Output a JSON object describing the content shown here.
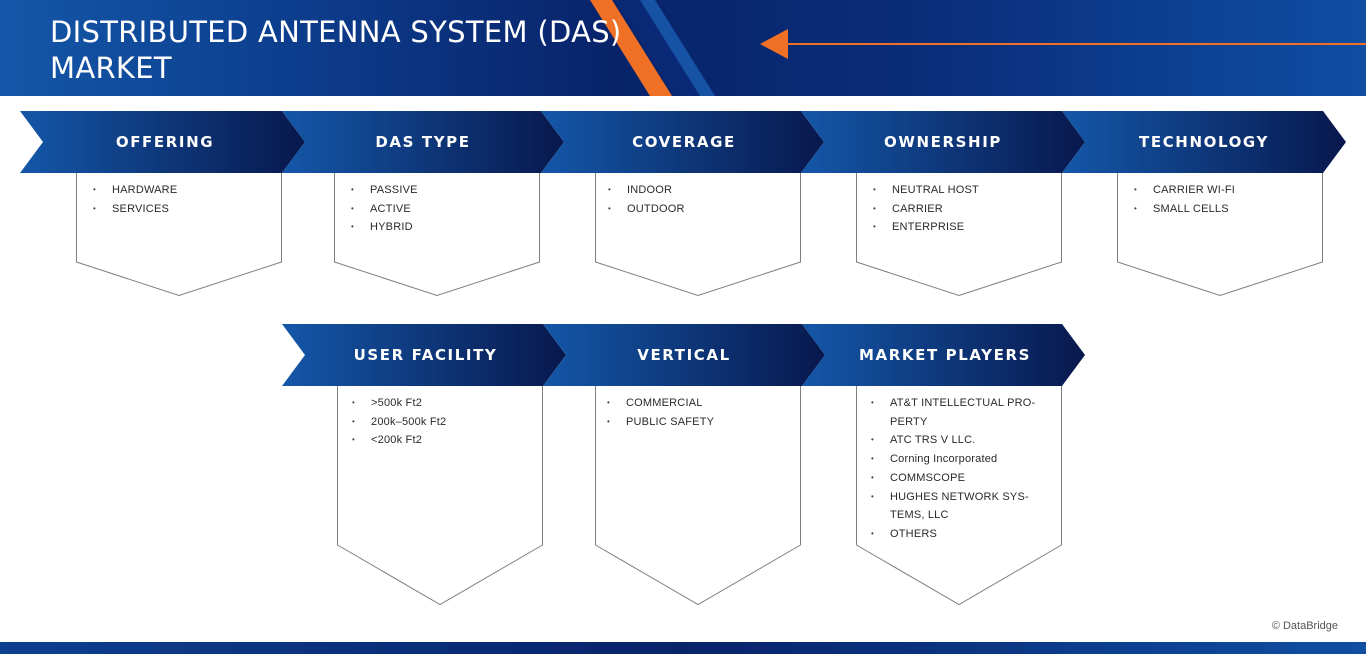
{
  "header": {
    "title_line1": "DISTRIBUTED ANTENNA SYSTEM (DAS)",
    "title_line2": "MARKET"
  },
  "colors": {
    "accent_orange": "#f07125",
    "chevron_light": "#1457a8",
    "chevron_dark": "#08184d",
    "box_border": "#7f7f7f"
  },
  "segments_row1": [
    {
      "label": "OFFERING",
      "items": [
        "HARDWARE",
        "SERVICES"
      ]
    },
    {
      "label": "DAS TYPE",
      "items": [
        "PASSIVE",
        "ACTIVE",
        "HYBRID"
      ]
    },
    {
      "label": "COVERAGE",
      "items": [
        "INDOOR",
        "OUTDOOR"
      ]
    },
    {
      "label": "OWNERSHIP",
      "items": [
        "NEUTRAL HOST",
        "CARRIER",
        "ENTERPRISE"
      ]
    },
    {
      "label": "TECHNOLOGY",
      "items": [
        "CARRIER WI-FI",
        "SMALL CELLS"
      ]
    }
  ],
  "segments_row2": [
    {
      "label": "USER FACILITY",
      "items": [
        " >500k Ft2",
        "200k–500k Ft2",
        "<200k Ft2"
      ]
    },
    {
      "label": "VERTICAL",
      "items": [
        "COMMERCIAL",
        "PUBLIC SAFETY"
      ]
    },
    {
      "label": "MARKET PLAYERS",
      "items": [
        "AT&T INTELLECTUAL PRO-",
        "PERTY",
        "ATC TRS V LLC.",
        "Corning Incorporated",
        "COMMSCOPE",
        "HUGHES NETWORK SYS-",
        "TEMS, LLC",
        "OTHERS"
      ]
    }
  ],
  "footer": {
    "copyright": "© DataBridge"
  }
}
